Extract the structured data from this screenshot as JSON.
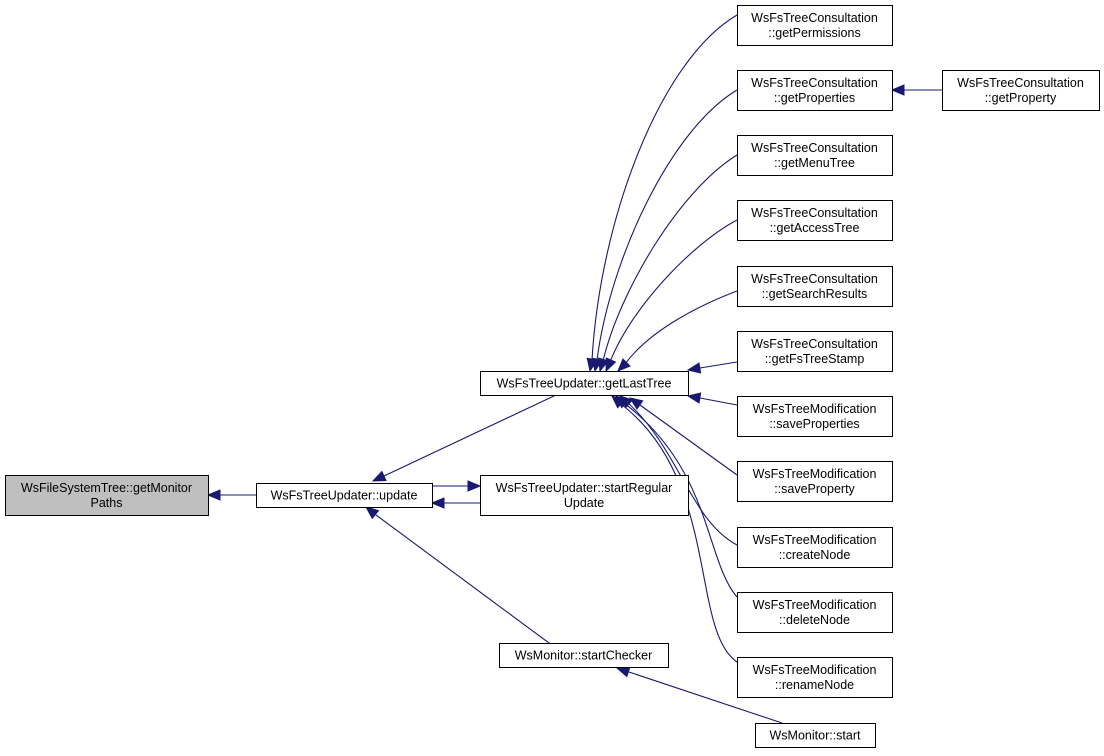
{
  "diagram": {
    "colors": {
      "edge": "#191970",
      "root_fill": "#bfbfbf",
      "node_fill": "#ffffff",
      "border": "#000000"
    },
    "nodes": [
      {
        "id": "root",
        "lines": [
          "WsFileSystemTree::getMonitor",
          "Paths"
        ]
      },
      {
        "id": "update",
        "lines": [
          "WsFsTreeUpdater::update"
        ]
      },
      {
        "id": "getLastTree",
        "lines": [
          "WsFsTreeUpdater::getLastTree"
        ]
      },
      {
        "id": "startRegularUpdate",
        "lines": [
          "WsFsTreeUpdater::startRegular",
          "Update"
        ]
      },
      {
        "id": "startChecker",
        "lines": [
          "WsMonitor::startChecker"
        ]
      },
      {
        "id": "start",
        "lines": [
          "WsMonitor::start"
        ]
      },
      {
        "id": "getPermissions",
        "lines": [
          "WsFsTreeConsultation",
          "::getPermissions"
        ]
      },
      {
        "id": "getProperties",
        "lines": [
          "WsFsTreeConsultation",
          "::getProperties"
        ]
      },
      {
        "id": "getProperty",
        "lines": [
          "WsFsTreeConsultation",
          "::getProperty"
        ]
      },
      {
        "id": "getMenuTree",
        "lines": [
          "WsFsTreeConsultation",
          "::getMenuTree"
        ]
      },
      {
        "id": "getAccessTree",
        "lines": [
          "WsFsTreeConsultation",
          "::getAccessTree"
        ]
      },
      {
        "id": "getSearchResults",
        "lines": [
          "WsFsTreeConsultation",
          "::getSearchResults"
        ]
      },
      {
        "id": "getFsTreeStamp",
        "lines": [
          "WsFsTreeConsultation",
          "::getFsTreeStamp"
        ]
      },
      {
        "id": "saveProperties",
        "lines": [
          "WsFsTreeModification",
          "::saveProperties"
        ]
      },
      {
        "id": "saveProperty",
        "lines": [
          "WsFsTreeModification",
          "::saveProperty"
        ]
      },
      {
        "id": "createNode",
        "lines": [
          "WsFsTreeModification",
          "::createNode"
        ]
      },
      {
        "id": "deleteNode",
        "lines": [
          "WsFsTreeModification",
          "::deleteNode"
        ]
      },
      {
        "id": "renameNode",
        "lines": [
          "WsFsTreeModification",
          "::renameNode"
        ]
      }
    ],
    "edges": [
      {
        "from": "update",
        "to": "root"
      },
      {
        "from": "getLastTree",
        "to": "update"
      },
      {
        "from": "startRegularUpdate",
        "to": "update"
      },
      {
        "from": "update",
        "to": "startRegularUpdate"
      },
      {
        "from": "startChecker",
        "to": "update"
      },
      {
        "from": "start",
        "to": "startChecker"
      },
      {
        "from": "getPermissions",
        "to": "getLastTree"
      },
      {
        "from": "getProperties",
        "to": "getLastTree"
      },
      {
        "from": "getProperty",
        "to": "getProperties"
      },
      {
        "from": "getMenuTree",
        "to": "getLastTree"
      },
      {
        "from": "getAccessTree",
        "to": "getLastTree"
      },
      {
        "from": "getSearchResults",
        "to": "getLastTree"
      },
      {
        "from": "getFsTreeStamp",
        "to": "getLastTree"
      },
      {
        "from": "saveProperties",
        "to": "getLastTree"
      },
      {
        "from": "saveProperty",
        "to": "getLastTree"
      },
      {
        "from": "createNode",
        "to": "getLastTree"
      },
      {
        "from": "deleteNode",
        "to": "getLastTree"
      },
      {
        "from": "renameNode",
        "to": "getLastTree"
      }
    ]
  }
}
